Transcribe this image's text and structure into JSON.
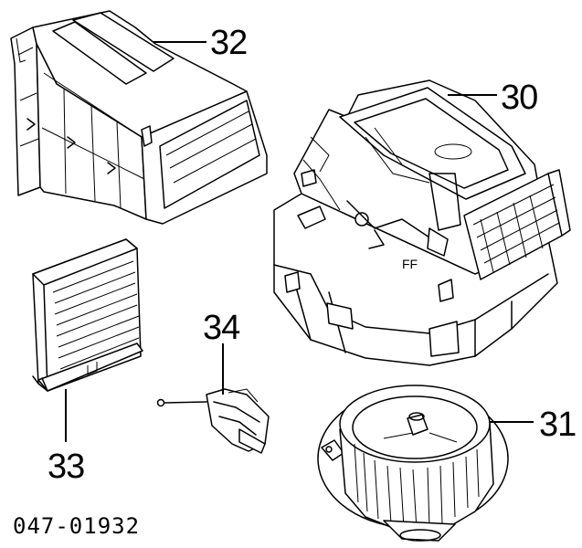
{
  "diagram": {
    "code": "047-01932",
    "callouts": {
      "duct": "32",
      "blower_case": "30",
      "fan_motor": "31",
      "filter": "33",
      "resistor": "34"
    }
  }
}
